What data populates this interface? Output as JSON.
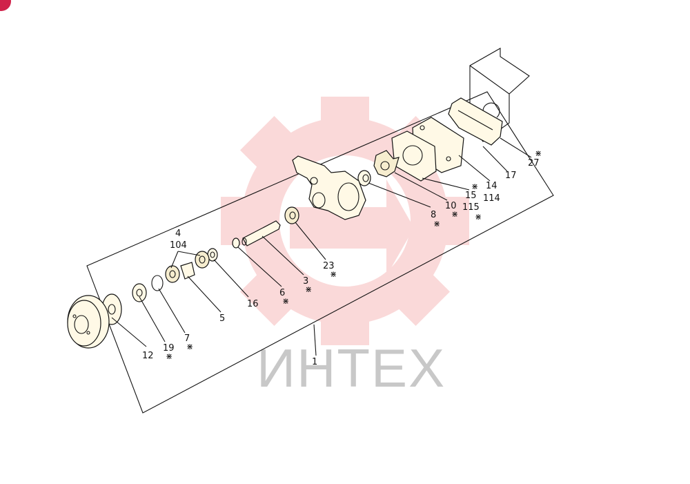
{
  "watermark": {
    "text": "ИНТЕХ",
    "color": "#f08c8c"
  },
  "corner_badge": {
    "color": "#d0224a"
  },
  "callouts": [
    {
      "id": "c4",
      "label": "4"
    },
    {
      "id": "c104",
      "label": "104"
    },
    {
      "id": "c12",
      "label": "12"
    },
    {
      "id": "c19",
      "label": "19"
    },
    {
      "id": "c7",
      "label": "7"
    },
    {
      "id": "c5",
      "label": "5"
    },
    {
      "id": "c16",
      "label": "16"
    },
    {
      "id": "c6",
      "label": "6"
    },
    {
      "id": "c3",
      "label": "3"
    },
    {
      "id": "c23",
      "label": "23"
    },
    {
      "id": "c8",
      "label": "8"
    },
    {
      "id": "c10",
      "label": "10"
    },
    {
      "id": "c15",
      "label": "15"
    },
    {
      "id": "c115",
      "label": "115"
    },
    {
      "id": "c14",
      "label": "14"
    },
    {
      "id": "c114",
      "label": "114"
    },
    {
      "id": "c17",
      "label": "17"
    },
    {
      "id": "c27",
      "label": "27"
    },
    {
      "id": "c1",
      "label": "1"
    }
  ],
  "star_symbol": "⋇"
}
